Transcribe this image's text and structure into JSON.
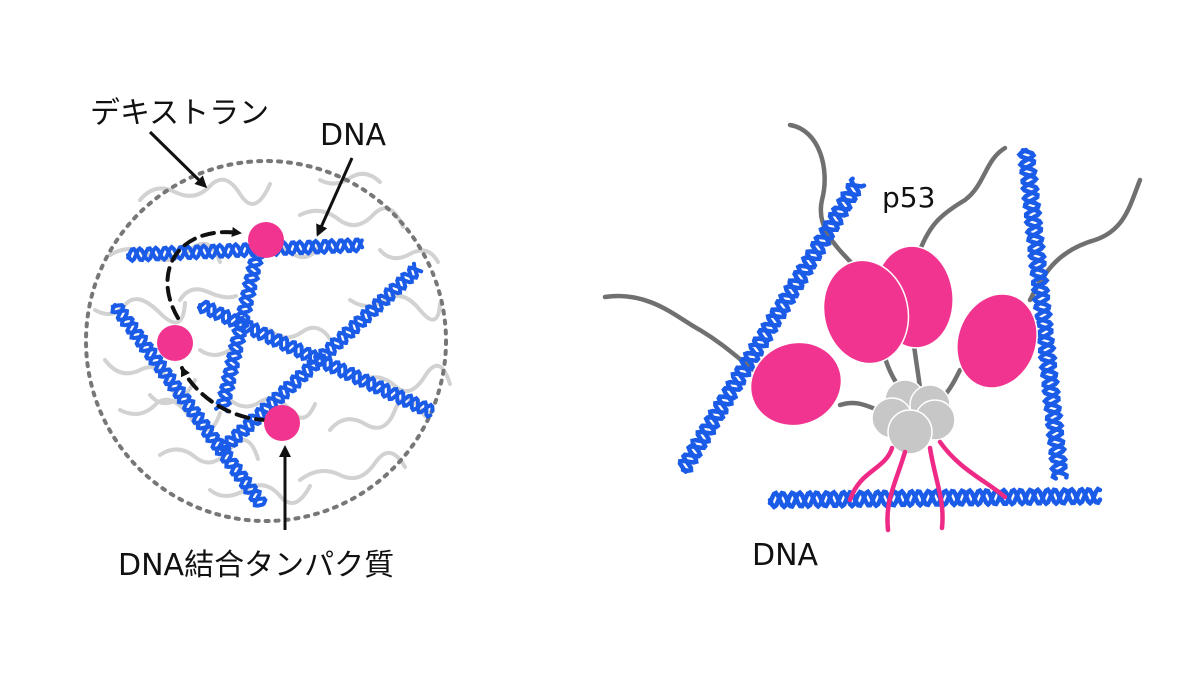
{
  "left_panel": {
    "labels": {
      "dextran": "デキストラン",
      "dna": "DNA",
      "protein": "DNA結合タンパク質"
    }
  },
  "right_panel": {
    "labels": {
      "p53": "p53",
      "dna": "DNA"
    }
  },
  "colors": {
    "dna": "#1a5be8",
    "protein": "#f0348f",
    "dextran": "#d2d2d2",
    "tether": "#707070",
    "core": "#c7c7c7",
    "tail": "#ee2a86",
    "arrow": "#111111",
    "boundary": "#777777"
  }
}
